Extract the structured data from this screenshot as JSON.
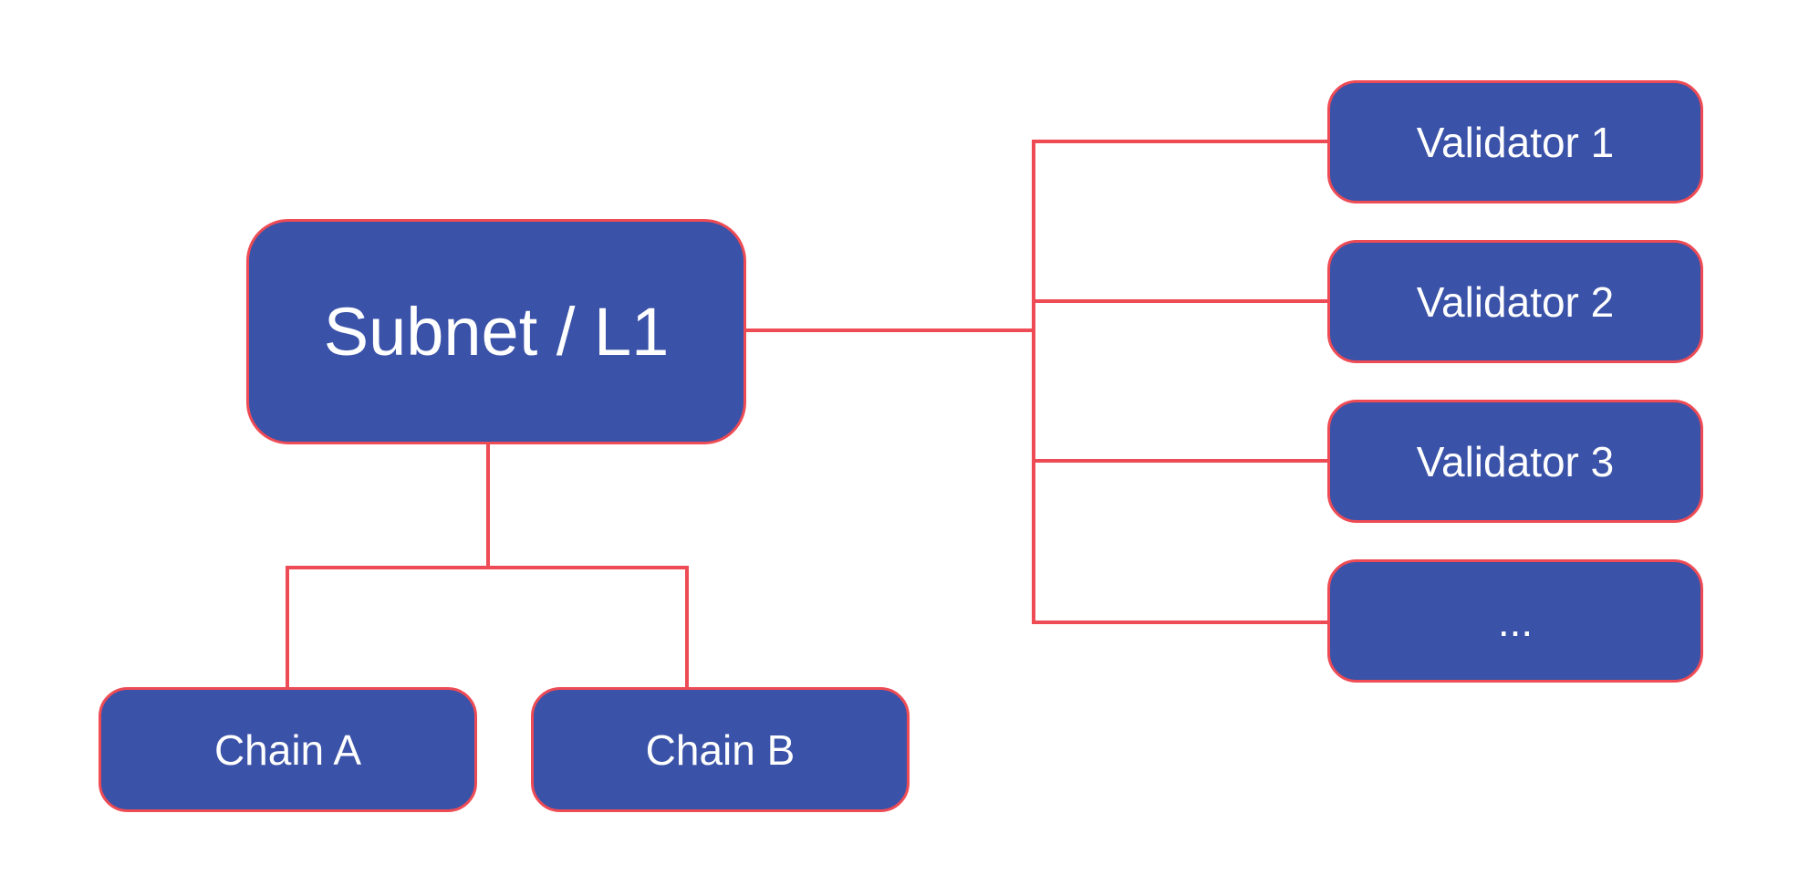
{
  "diagram": {
    "colors": {
      "background": "#FFFFFF",
      "node_fill": "#3A52A8",
      "node_border": "#EE4B55",
      "connector": "#EE4B55",
      "text": "#FFFFFF"
    },
    "nodes": {
      "subnet": {
        "label": "Subnet / L1"
      },
      "chain_a": {
        "label": "Chain A"
      },
      "chain_b": {
        "label": "Chain B"
      },
      "validator_1": {
        "label": "Validator 1"
      },
      "validator_2": {
        "label": "Validator 2"
      },
      "validator_3": {
        "label": "Validator 3"
      },
      "validator_more": {
        "label": "..."
      }
    }
  }
}
